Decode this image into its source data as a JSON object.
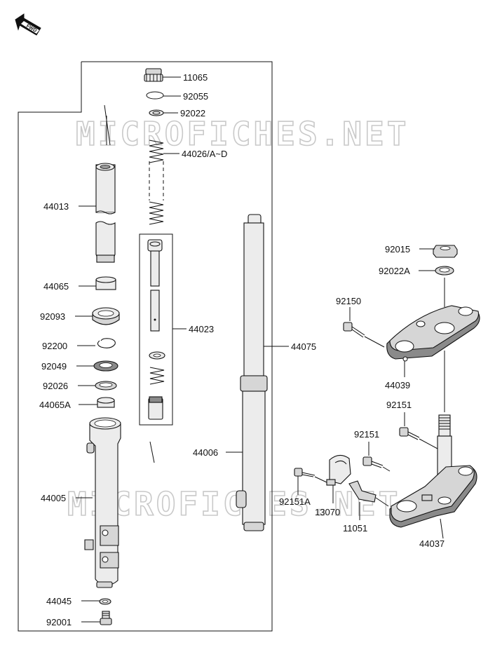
{
  "watermark": "MICROFICHES.NET",
  "direction_tag": "FWD",
  "labels": {
    "p11065": "11065",
    "p92055": "92055",
    "p92022": "92022",
    "p44026": "44026/A~D",
    "p44013": "44013",
    "p44023": "44023",
    "p44065": "44065",
    "p92093": "92093",
    "p92200": "92200",
    "p92049": "92049",
    "p92026": "92026",
    "p44065A": "44065A",
    "p44005": "44005",
    "p44045": "44045",
    "p92001": "92001",
    "p44075": "44075",
    "p44006": "44006",
    "p92015": "92015",
    "p92022A": "92022A",
    "p92150": "92150",
    "p44039": "44039",
    "p92151a": "92151",
    "p92151b": "92151",
    "p92151A": "92151A",
    "p13070": "13070",
    "p11051": "11051",
    "p44037": "44037"
  },
  "icons": {
    "fwd_arrow": "fwd-arrow-icon"
  }
}
